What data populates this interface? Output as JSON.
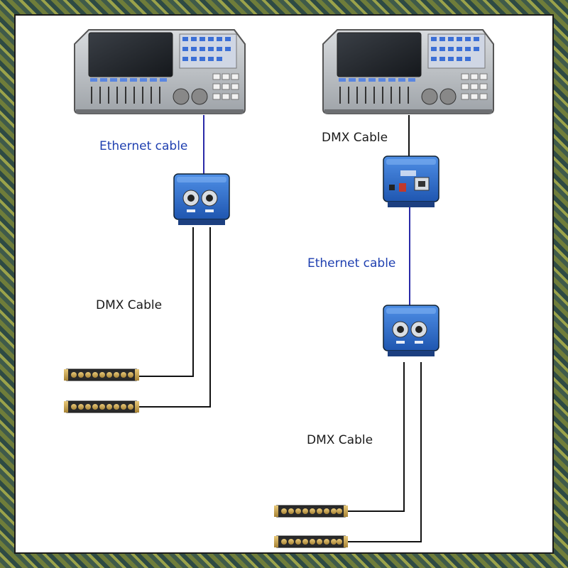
{
  "labels": {
    "left_ethernet": "Ethernet cable",
    "left_dmx": "DMX Cable",
    "right_dmx_top": "DMX Cable",
    "right_ethernet": "Ethernet cable",
    "right_dmx_bottom": "DMX Cable"
  },
  "colors": {
    "ethernet_line": "#2a2aa8",
    "dmx_line": "#111111",
    "label_blue": "#1e3fb0",
    "node_blue": "#2f6fd0"
  },
  "devices": {
    "console_icon": "lighting-console-icon",
    "node_icon": "dmx-node-icon",
    "splitter_icon": "dmx-splitter-icon"
  }
}
